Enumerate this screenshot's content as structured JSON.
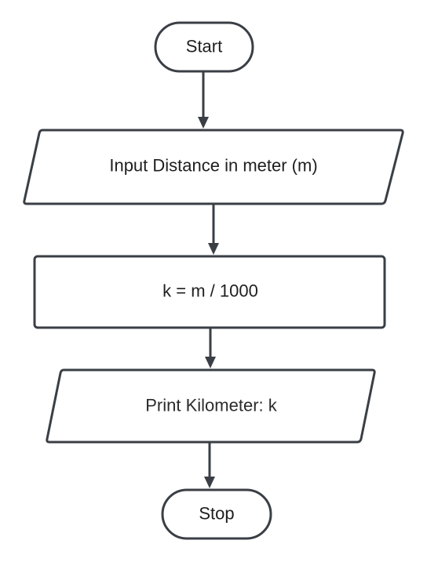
{
  "diagram": {
    "type": "flowchart",
    "colors": {
      "stroke": "#3a3f45",
      "fill": "#ffffff",
      "text": "#1e1e1e"
    },
    "nodes": [
      {
        "id": "start",
        "shape": "terminator",
        "label": "Start"
      },
      {
        "id": "input",
        "shape": "parallelogram",
        "label": "Input Distance in meter (m)"
      },
      {
        "id": "process",
        "shape": "rectangle",
        "label": "k = m / 1000"
      },
      {
        "id": "output",
        "shape": "parallelogram",
        "label": "Print Kilometer: k"
      },
      {
        "id": "stop",
        "shape": "terminator",
        "label": "Stop"
      }
    ],
    "edges": [
      {
        "from": "start",
        "to": "input"
      },
      {
        "from": "input",
        "to": "process"
      },
      {
        "from": "process",
        "to": "output"
      },
      {
        "from": "output",
        "to": "stop"
      }
    ]
  }
}
